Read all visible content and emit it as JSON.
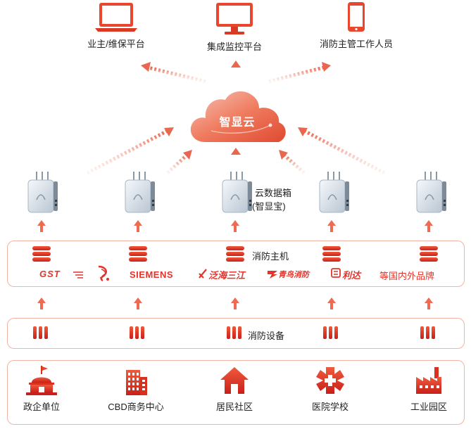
{
  "top": {
    "owner_label": "业主/维保平台",
    "monitor_label": "集成监控平台",
    "fire_label": "消防主管工作人员"
  },
  "cloud": {
    "label": "智显云"
  },
  "data_box": {
    "label_line1": "云数据箱",
    "label_line2": "(智显宝)"
  },
  "host_row": {
    "label": "消防主机",
    "brands": {
      "gst": "GST",
      "siemens": "SIEMENS",
      "fanhai": "泛海三江",
      "qingniao": "青鸟消防",
      "lida": "利达",
      "others": "等国内外品牌"
    }
  },
  "equipment_row": {
    "label": "消防设备"
  },
  "places": [
    {
      "label": "政企单位",
      "icon": "government-building-icon"
    },
    {
      "label": "CBD商务中心",
      "icon": "office-tower-icon"
    },
    {
      "label": "居民社区",
      "icon": "house-icon"
    },
    {
      "label": "医院学校",
      "icon": "hospital-cross-icon"
    },
    {
      "label": "工业园区",
      "icon": "factory-icon"
    }
  ],
  "colors": {
    "accent": "#e03a2a",
    "accent_light": "#f4a48f",
    "panel_border": "#f3b3a5"
  }
}
